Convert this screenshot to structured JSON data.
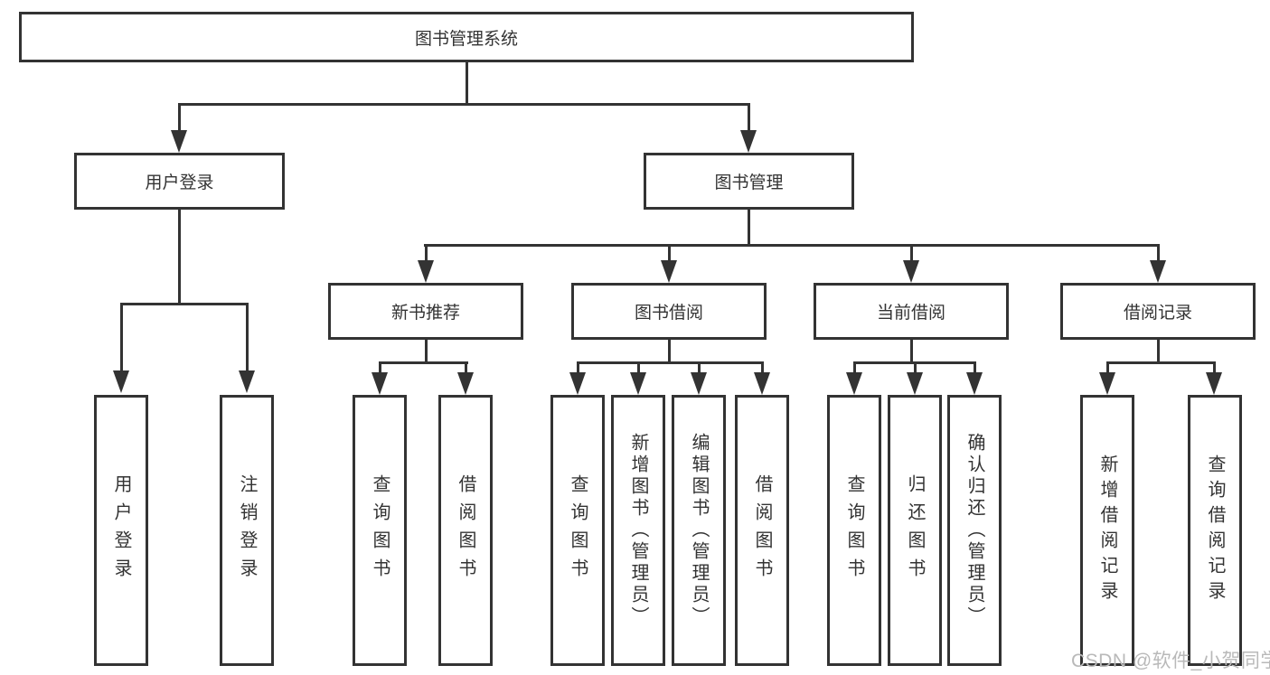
{
  "diagram": {
    "root": "图书管理系统",
    "branches": [
      {
        "label": "用户登录",
        "children": [
          "用户登录",
          "注销登录"
        ]
      },
      {
        "label": "图书管理",
        "sections": [
          {
            "label": "新书推荐",
            "children": [
              "查询图书",
              "借阅图书"
            ]
          },
          {
            "label": "图书借阅",
            "children": [
              "查询图书",
              "新增图书（管理员）",
              "编辑图书（管理员）",
              "借阅图书"
            ]
          },
          {
            "label": "当前借阅",
            "children": [
              "查询图书",
              "归还图书",
              "确认归还（管理员）"
            ]
          },
          {
            "label": "借阅记录",
            "children": [
              "新增借阅记录",
              "查询借阅记录"
            ]
          }
        ]
      }
    ]
  },
  "watermark": "CSDN @软件_小贺同学",
  "colors": {
    "line": "#333333",
    "box_border": "#333333",
    "text": "#333333",
    "background": "#ffffff",
    "watermark_text": "#b9b9b9"
  }
}
